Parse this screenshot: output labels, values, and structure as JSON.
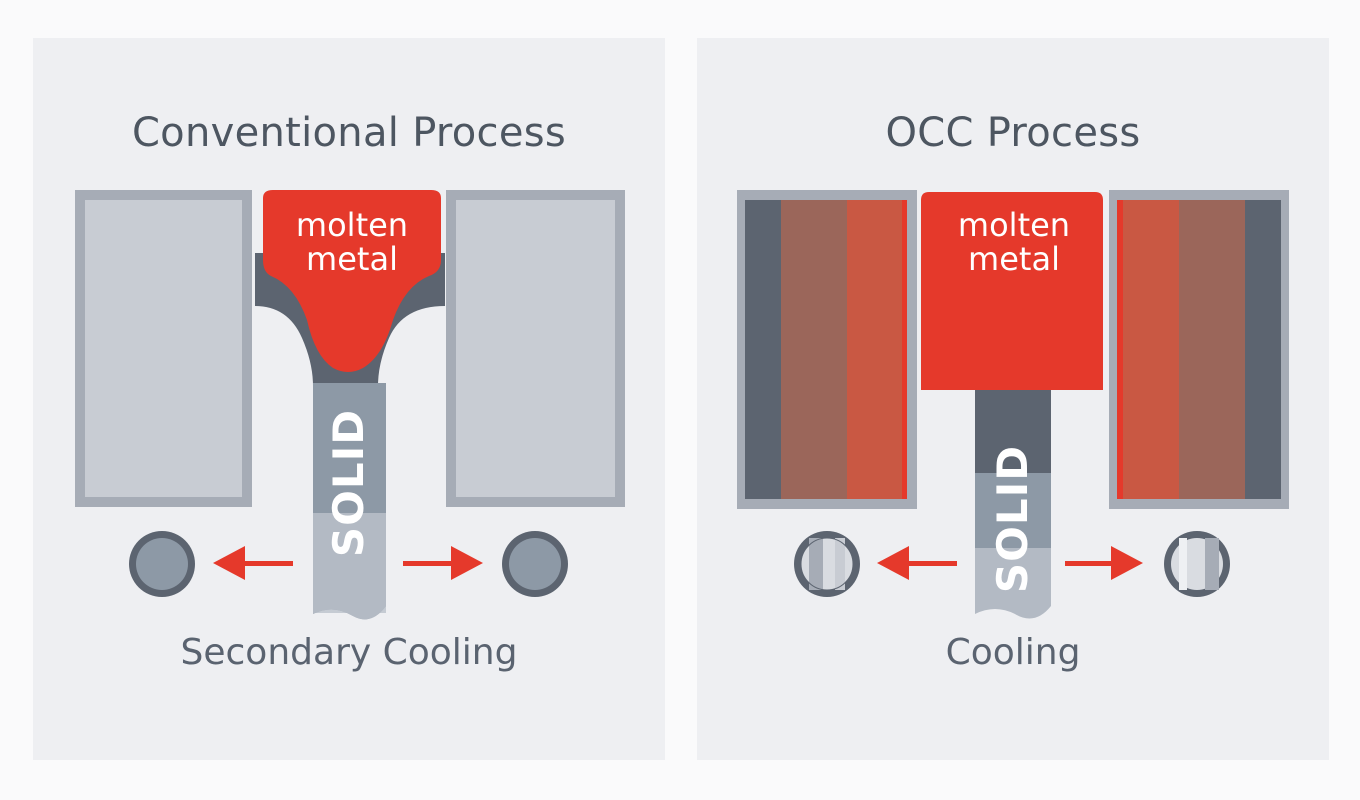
{
  "panels": {
    "conventional": {
      "title": "Conventional Process",
      "melt_label_line1": "molten",
      "melt_label_line2": "metal",
      "solid_label": "SOLID",
      "caption": "Secondary Cooling"
    },
    "occ": {
      "title": "OCC Process",
      "melt_label_line1": "molten",
      "melt_label_line2": "metal",
      "solid_label": "SOLID",
      "caption": "Cooling"
    }
  },
  "colors": {
    "molten": "#e5392b",
    "arrow": "#e5392b",
    "mold_gray": "#c8ccd3",
    "mold_border": "#a6acb6",
    "shell_dark": "#5c6470",
    "solid_gray": "#8d99a6"
  }
}
